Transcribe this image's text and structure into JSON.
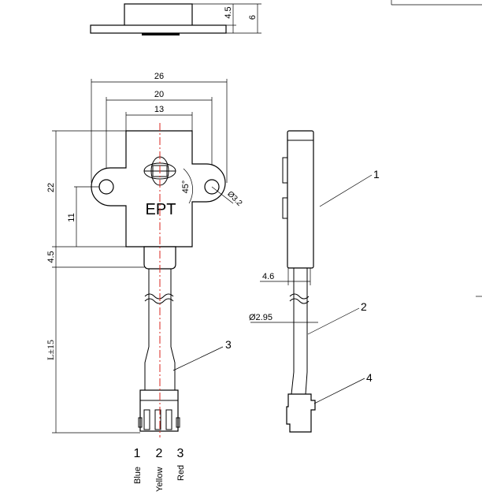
{
  "dimensions": {
    "top_thickness": "4.5",
    "top_height": "6",
    "width_outer": "26",
    "width_holes": "20",
    "width_body": "13",
    "height_total": "22",
    "height_hole": "11",
    "tab_height": "4.5",
    "cable_length": "L±15",
    "angle": "45°",
    "hole_dia": "Ø3.2",
    "side_width": "4.6",
    "cable_dia": "Ø2.95"
  },
  "logo_text": "EPT",
  "callouts": [
    "1",
    "2",
    "3",
    "4"
  ],
  "pins": [
    {
      "number": "1",
      "color": "Blue"
    },
    {
      "number": "2",
      "color": "Yellow"
    },
    {
      "number": "3",
      "color": "Red"
    }
  ],
  "colors": {
    "center_line": "#d9261c",
    "ink": "#000000"
  }
}
